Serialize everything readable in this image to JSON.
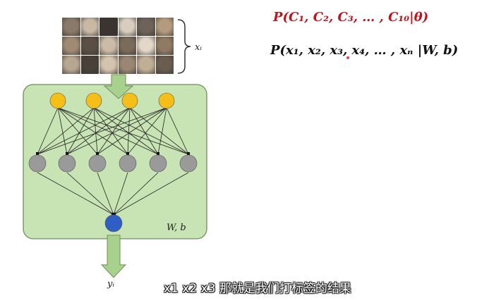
{
  "formulas": {
    "likelihood_classes": "P(C₁, C₂, C₃, … , C₁₀|θ)",
    "likelihood_samples": "P(x₁, x₂, x₃, x₄, … , xₙ |W, b)"
  },
  "labels": {
    "input": "xᵢ",
    "params": "W, b",
    "output": "yᵢ"
  },
  "subtitle": "x1 x2 x3 那就是我们打标签的结果",
  "network": {
    "input_layer_nodes": 4,
    "hidden_layer_nodes": 6,
    "output_layer_nodes": 1
  },
  "colors": {
    "panel_fill": "#c8e3b4",
    "panel_border": "#6f8f5d",
    "input_node": "#f5bf18",
    "hidden_node": "#9a9a9a",
    "output_node": "#2f5fc4",
    "arrow_fill": "#a9d18e",
    "formula_red": "#c0141c"
  },
  "cat_image": {
    "rows": 3,
    "cols": 6,
    "tones": [
      "#8a7a6a",
      "#c9b8a4",
      "#3b3430",
      "#d8cdbf",
      "#6e6358",
      "#b59b7d",
      "#a08a74",
      "#5b4f45",
      "#cbbba7",
      "#7b6b5a",
      "#e3d7c8",
      "#8f7a64",
      "#b7a690",
      "#4a403a",
      "#d4c3ae",
      "#9a8672",
      "#c1ae96",
      "#6a5d50"
    ]
  }
}
